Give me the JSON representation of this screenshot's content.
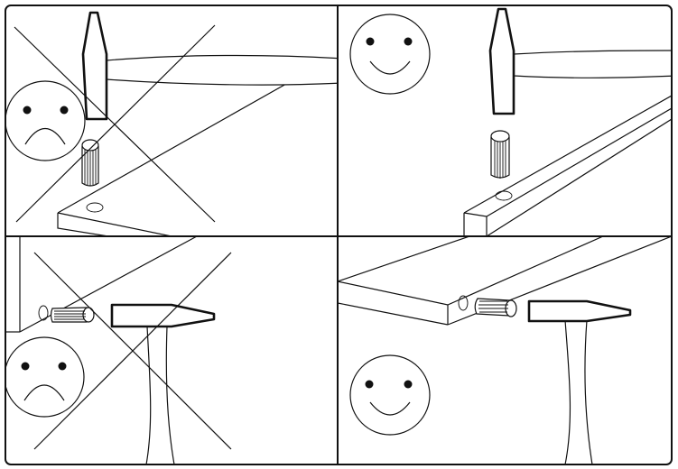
{
  "diagram": {
    "panels": [
      {
        "id": "top-left",
        "verdict": "incorrect",
        "face": "sad",
        "crossed_out": true,
        "action": "hammer-dowel-into-panel-top"
      },
      {
        "id": "top-right",
        "verdict": "correct",
        "face": "happy",
        "crossed_out": false,
        "action": "dowel-aligned-with-panel-edge-hole"
      },
      {
        "id": "bottom-left",
        "verdict": "incorrect",
        "face": "sad",
        "crossed_out": true,
        "action": "hammer-dowel-into-panel-side"
      },
      {
        "id": "bottom-right",
        "verdict": "correct",
        "face": "happy",
        "crossed_out": false,
        "action": "hammer-dowel-into-panel-edge-hole"
      }
    ],
    "icons": [
      "hammer-icon",
      "dowel-icon",
      "sad-face-icon",
      "happy-face-icon",
      "cross-out-icon"
    ]
  }
}
